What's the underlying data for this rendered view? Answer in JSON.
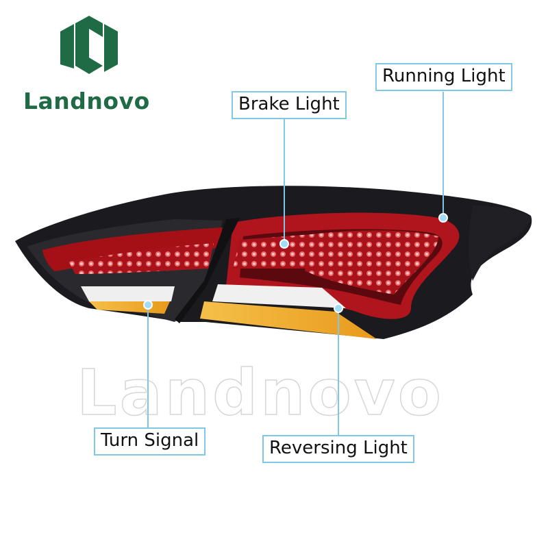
{
  "brand": {
    "name": "Landnovo",
    "color": "#1e6b45"
  },
  "watermark": {
    "text": "Landnovo"
  },
  "callouts": {
    "running": "Running Light",
    "brake": "Brake Light",
    "turn": "Turn Signal",
    "reversing": "Reversing Light"
  },
  "colors": {
    "callout_border": "#7fc7e6",
    "lens_red": "#c0131b",
    "amber": "#f3b12c",
    "housing": "#1b1b1f"
  }
}
